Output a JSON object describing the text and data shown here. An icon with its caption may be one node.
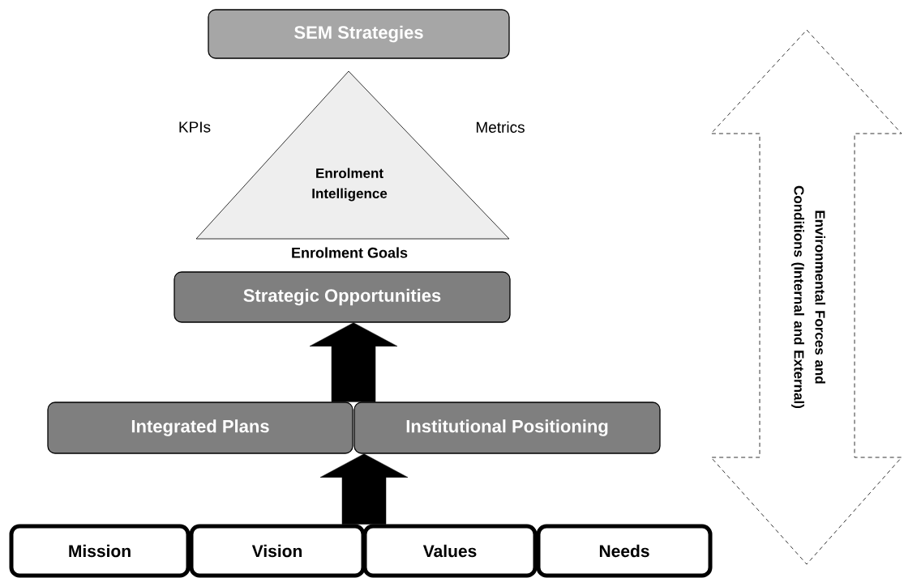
{
  "diagram": {
    "nodes": [
      {
        "text": [
          "SEM Strategies"
        ]
      },
      {
        "text": [
          "Enrolment Intelligence"
        ],
        "beside": [
          "Enrolment Goals"
        ]
      },
      {
        "text": [
          "Strategic Opportunities"
        ]
      },
      {
        "text": [
          "Integrated Plans"
        ]
      },
      {
        "text": [
          "Institutional Positioning"
        ]
      },
      {
        "text": [
          "Mission"
        ]
      },
      {
        "text": [
          "Vision"
        ]
      },
      {
        "text": [
          "Values"
        ]
      },
      {
        "text": [
          "Needs"
        ]
      },
      {
        "text": [
          "Environmental Forces and Conditions (Internal and External)"
        ]
      }
    ],
    "edges": [
      {
        "from": 3,
        "to": 2,
        "arrow": "to"
      },
      {
        "from": 4,
        "to": 2,
        "arrow": "to"
      },
      {
        "from": 6,
        "to": 3,
        "arrow": "to"
      },
      {
        "from": 7,
        "to": 4,
        "arrow": "to"
      }
    ],
    "labels": [
      "KPIs",
      "Metrics"
    ]
  }
}
